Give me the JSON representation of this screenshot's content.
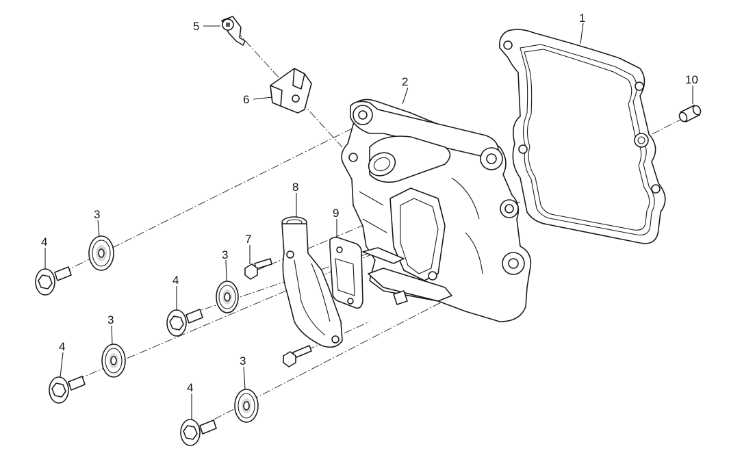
{
  "callouts": [
    {
      "id": "p1",
      "label": "1"
    },
    {
      "id": "p2",
      "label": "2"
    },
    {
      "id": "p3a",
      "label": "3"
    },
    {
      "id": "p3b",
      "label": "3"
    },
    {
      "id": "p3c",
      "label": "3"
    },
    {
      "id": "p3d",
      "label": "3"
    },
    {
      "id": "p4a",
      "label": "4"
    },
    {
      "id": "p4b",
      "label": "4"
    },
    {
      "id": "p4c",
      "label": "4"
    },
    {
      "id": "p4d",
      "label": "4"
    },
    {
      "id": "p5",
      "label": "5"
    },
    {
      "id": "p6",
      "label": "6"
    },
    {
      "id": "p7",
      "label": "7"
    },
    {
      "id": "p8",
      "label": "8"
    },
    {
      "id": "p9",
      "label": "9"
    },
    {
      "id": "p10",
      "label": "10"
    }
  ]
}
